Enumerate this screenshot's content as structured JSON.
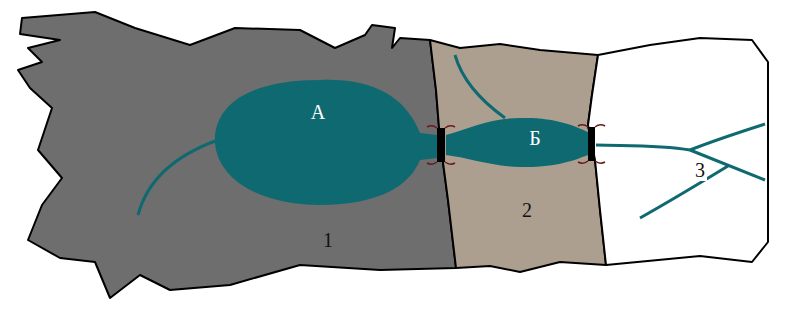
{
  "diagram": {
    "nodes": [
      {
        "text": [
          "1"
        ]
      },
      {
        "text": [
          "А"
        ],
        "in": 0
      },
      {
        "text": [
          "2"
        ]
      },
      {
        "text": [
          "Б"
        ],
        "in": 2
      },
      {
        "text": [
          "3"
        ]
      }
    ]
  }
}
